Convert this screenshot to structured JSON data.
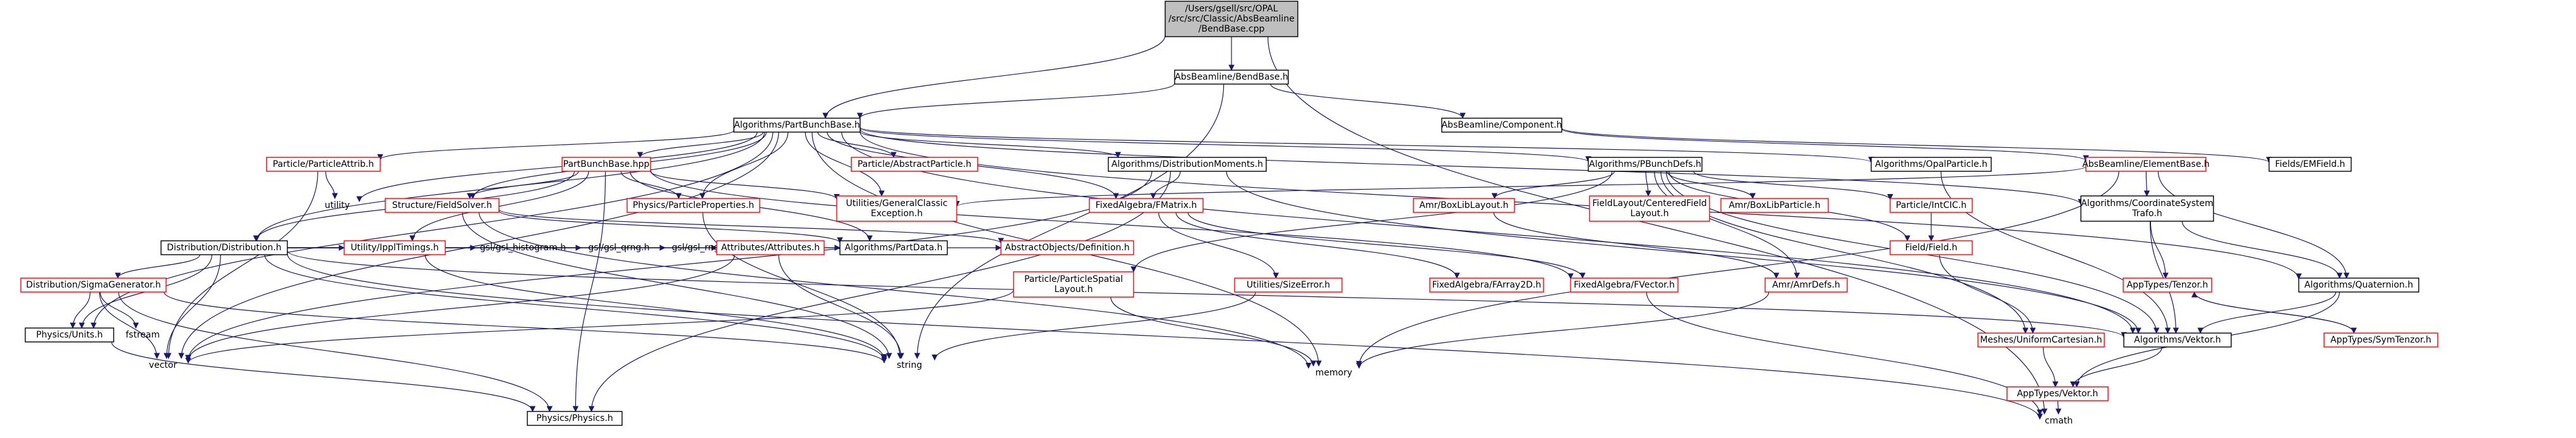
{
  "colors": {
    "edge": "#191970",
    "box": "#000000",
    "link_box": "#ff0000",
    "root_fill": "#bfbfbf",
    "text": "#000000"
  },
  "nodes": [
    {
      "id": "root",
      "lines": [
        "/Users/gsell/src/OPAL",
        "/src/src/Classic/AbsBeamline",
        "/BendBase.cpp"
      ],
      "kind": "root"
    },
    {
      "id": "bendbase_h",
      "lines": [
        "AbsBeamline/BendBase.h"
      ],
      "kind": "black"
    },
    {
      "id": "partbunchbase_h",
      "lines": [
        "Algorithms/PartBunchBase.h"
      ],
      "kind": "black"
    },
    {
      "id": "component_h",
      "lines": [
        "AbsBeamline/Component.h"
      ],
      "kind": "black"
    },
    {
      "id": "particleattrib_h",
      "lines": [
        "Particle/ParticleAttrib.h"
      ],
      "kind": "red"
    },
    {
      "id": "partbunchbase_hpp",
      "lines": [
        "PartBunchBase.hpp"
      ],
      "kind": "red"
    },
    {
      "id": "abstractparticle_h",
      "lines": [
        "Particle/AbstractParticle.h"
      ],
      "kind": "red"
    },
    {
      "id": "distmoments_h",
      "lines": [
        "Algorithms/DistributionMoments.h"
      ],
      "kind": "black"
    },
    {
      "id": "pbunchdefs_h",
      "lines": [
        "Algorithms/PBunchDefs.h"
      ],
      "kind": "black"
    },
    {
      "id": "opalparticle_h",
      "lines": [
        "Algorithms/OpalParticle.h"
      ],
      "kind": "black"
    },
    {
      "id": "elementbase_h",
      "lines": [
        "AbsBeamline/ElementBase.h"
      ],
      "kind": "red"
    },
    {
      "id": "emfield_h",
      "lines": [
        "Fields/EMField.h"
      ],
      "kind": "black"
    },
    {
      "id": "utility",
      "lines": [
        "utility"
      ],
      "kind": "plain"
    },
    {
      "id": "structfieldsolver_h",
      "lines": [
        "Structure/FieldSolver.h"
      ],
      "kind": "red"
    },
    {
      "id": "physpartprops_h",
      "lines": [
        "Physics/ParticleProperties.h"
      ],
      "kind": "red"
    },
    {
      "id": "genclassicexc_h",
      "lines": [
        "Utilities/GeneralClassic",
        "Exception.h"
      ],
      "kind": "red"
    },
    {
      "id": "fmatrix_h",
      "lines": [
        "FixedAlgebra/FMatrix.h"
      ],
      "kind": "red"
    },
    {
      "id": "amrboxliblayout_h",
      "lines": [
        "Amr/BoxLibLayout.h"
      ],
      "kind": "red"
    },
    {
      "id": "centeredfieldlayout_h",
      "lines": [
        "FieldLayout/CenteredField",
        "Layout.h"
      ],
      "kind": "red"
    },
    {
      "id": "amrboxlibparticle_h",
      "lines": [
        "Amr/BoxLibParticle.h"
      ],
      "kind": "red"
    },
    {
      "id": "intcic_h",
      "lines": [
        "Particle/IntCIC.h"
      ],
      "kind": "red"
    },
    {
      "id": "coordsystrafo_h",
      "lines": [
        "Algorithms/CoordinateSystem",
        "Trafo.h"
      ],
      "kind": "black"
    },
    {
      "id": "distribution_h",
      "lines": [
        "Distribution/Distribution.h"
      ],
      "kind": "black"
    },
    {
      "id": "ippltimings_h",
      "lines": [
        "Utility/IpplTimings.h"
      ],
      "kind": "red"
    },
    {
      "id": "gsl_histogram",
      "lines": [
        "gsl/gsl_histogram.h"
      ],
      "kind": "plain"
    },
    {
      "id": "gsl_qrng",
      "lines": [
        "gsl/gsl_qrng.h"
      ],
      "kind": "plain"
    },
    {
      "id": "gsl_rng",
      "lines": [
        "gsl/gsl_rng.h"
      ],
      "kind": "plain"
    },
    {
      "id": "attributes_h",
      "lines": [
        "Attributes/Attributes.h"
      ],
      "kind": "red"
    },
    {
      "id": "partdata_h",
      "lines": [
        "Algorithms/PartData.h"
      ],
      "kind": "black"
    },
    {
      "id": "abstractobjdef_h",
      "lines": [
        "AbstractObjects/Definition.h"
      ],
      "kind": "red"
    },
    {
      "id": "partspatiallayout_h",
      "lines": [
        "Particle/ParticleSpatial",
        "Layout.h"
      ],
      "kind": "red"
    },
    {
      "id": "sizeerror_h",
      "lines": [
        "Utilities/SizeError.h"
      ],
      "kind": "red"
    },
    {
      "id": "farray2d_h",
      "lines": [
        "FixedAlgebra/FArray2D.h"
      ],
      "kind": "red"
    },
    {
      "id": "fvector_h",
      "lines": [
        "FixedAlgebra/FVector.h"
      ],
      "kind": "red"
    },
    {
      "id": "amrdefs_h",
      "lines": [
        "Amr/AmrDefs.h"
      ],
      "kind": "red"
    },
    {
      "id": "fieldfield_h",
      "lines": [
        "Field/Field.h"
      ],
      "kind": "red"
    },
    {
      "id": "apptensor_h",
      "lines": [
        "AppTypes/Tenzor.h"
      ],
      "kind": "red"
    },
    {
      "id": "quaternion_h",
      "lines": [
        "Algorithms/Quaternion.h"
      ],
      "kind": "black"
    },
    {
      "id": "sigmagen_h",
      "lines": [
        "Distribution/SigmaGenerator.h"
      ],
      "kind": "red"
    },
    {
      "id": "physunits_h",
      "lines": [
        "Physics/Units.h"
      ],
      "kind": "black"
    },
    {
      "id": "fstream",
      "lines": [
        "fstream"
      ],
      "kind": "plain"
    },
    {
      "id": "vector",
      "lines": [
        "vector"
      ],
      "kind": "plain"
    },
    {
      "id": "string",
      "lines": [
        "string"
      ],
      "kind": "plain"
    },
    {
      "id": "memory",
      "lines": [
        "memory"
      ],
      "kind": "plain"
    },
    {
      "id": "uniformcartesian_h",
      "lines": [
        "Meshes/UniformCartesian.h"
      ],
      "kind": "red"
    },
    {
      "id": "algvektor_h",
      "lines": [
        "Algorithms/Vektor.h"
      ],
      "kind": "black"
    },
    {
      "id": "appsymtensor_h",
      "lines": [
        "AppTypes/SymTenzor.h"
      ],
      "kind": "red"
    },
    {
      "id": "physphysics_h",
      "lines": [
        "Physics/Physics.h"
      ],
      "kind": "black"
    },
    {
      "id": "appvektor_h",
      "lines": [
        "AppTypes/Vektor.h"
      ],
      "kind": "red"
    },
    {
      "id": "cmath",
      "lines": [
        "cmath"
      ],
      "kind": "plain"
    }
  ]
}
